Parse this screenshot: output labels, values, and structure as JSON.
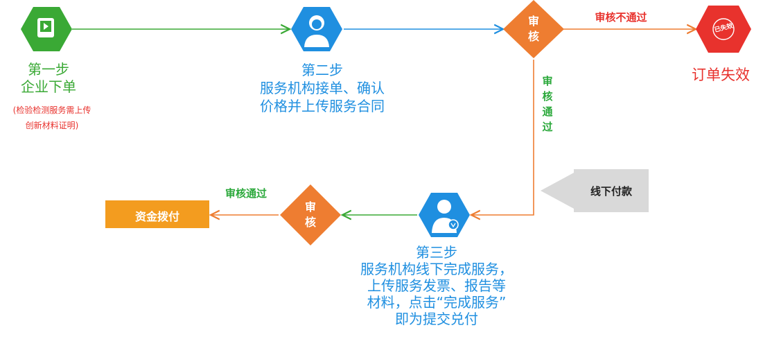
{
  "steps": {
    "step1": {
      "title_line1": "第一步",
      "title_line2": "企业下单",
      "note_line1": "(检验检测服务需上传",
      "note_line2": "创新材料证明)"
    },
    "step2": {
      "line1": "第二步",
      "line2": "服务机构接单、确认",
      "line3": "价格并上传服务合同"
    },
    "step3": {
      "line1": "第三步",
      "line2": "服务机构线下完成服务，",
      "line3": "上传服务发票、报告等",
      "line4": "材料，点击“完成服务”",
      "line5": "即为提交兑付"
    }
  },
  "review": {
    "top_line1": "审",
    "top_line2": "核",
    "bottom_line1": "审",
    "bottom_line2": "核"
  },
  "labels": {
    "reject": "审核不通过",
    "pass_vertical": [
      "审",
      "核",
      "通",
      "过"
    ],
    "pass_horizontal": "审核通过",
    "order_failed": "订单失效",
    "offline_payment": "线下付款",
    "funding": "资金拨付",
    "failed_stamp": "已失效"
  },
  "colors": {
    "green": "#3aa935",
    "blue": "#1f8fe0",
    "orange": "#ee7d31",
    "red": "#e8322d",
    "gold": "#f39c1f",
    "gray": "#d9d9d9"
  }
}
